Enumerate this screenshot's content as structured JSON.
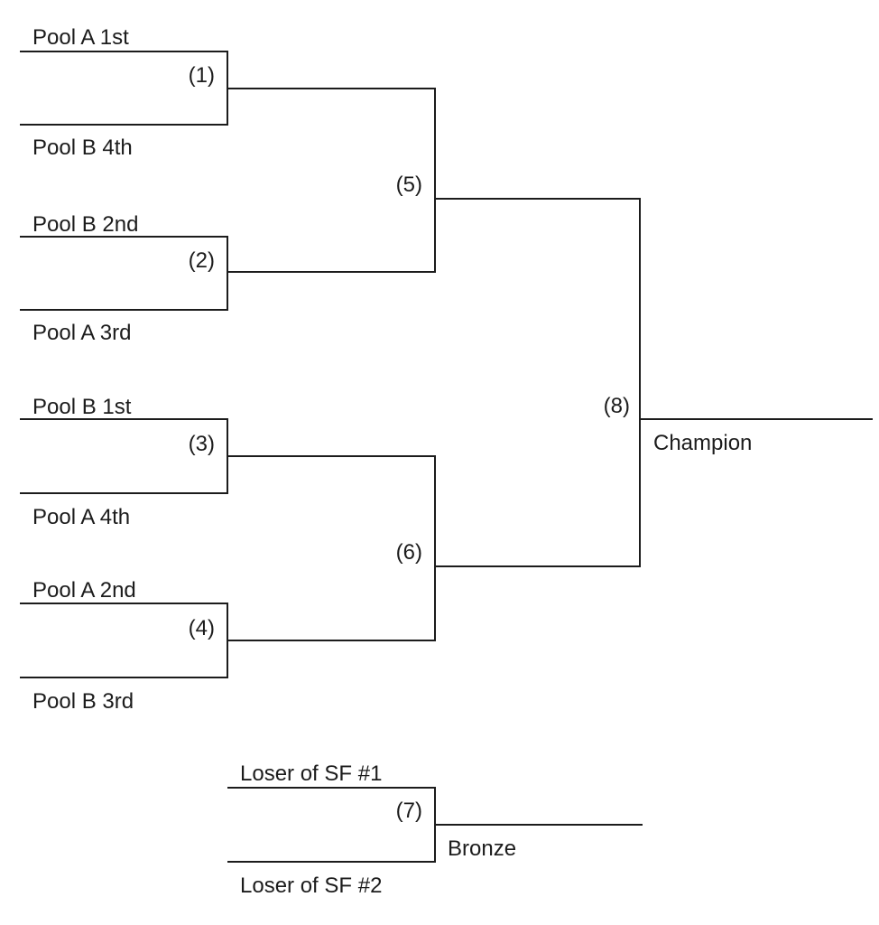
{
  "bracket": {
    "type": "single-elimination-tournament-bracket",
    "colors": {
      "line": "#1c1c1c",
      "text": "#1c1c1c",
      "background": "#ffffff"
    },
    "quarterfinals": [
      {
        "number": "(1)",
        "top_team": "Pool A 1st",
        "bottom_team": "Pool B 4th"
      },
      {
        "number": "(2)",
        "top_team": "Pool B 2nd",
        "bottom_team": "Pool A 3rd"
      },
      {
        "number": "(3)",
        "top_team": "Pool B 1st",
        "bottom_team": "Pool A 4th"
      },
      {
        "number": "(4)",
        "top_team": "Pool A 2nd",
        "bottom_team": "Pool B 3rd"
      }
    ],
    "semifinals": [
      {
        "number": "(5)"
      },
      {
        "number": "(6)"
      }
    ],
    "final": {
      "number": "(8)",
      "result_label": "Champion"
    },
    "third_place": {
      "number": "(7)",
      "top_team": "Loser of SF #1",
      "bottom_team": "Loser of SF #2",
      "result_label": "Bronze"
    }
  }
}
